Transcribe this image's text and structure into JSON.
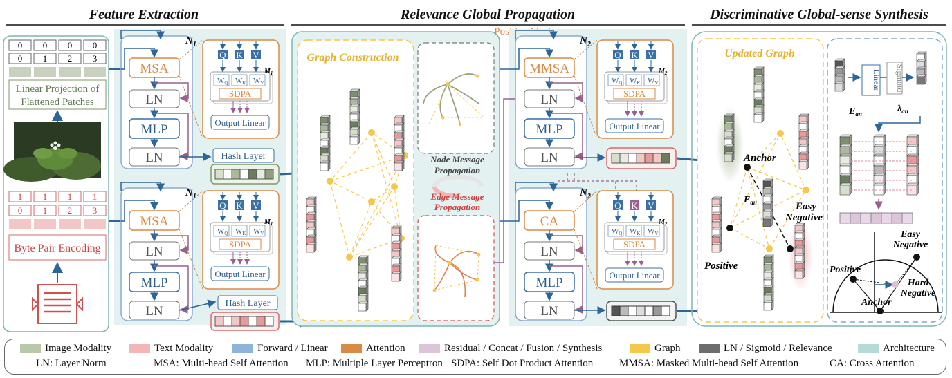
{
  "titles": {
    "feature": "Feature Extraction",
    "relevance": "Relevance Global  Propagation",
    "synthesis": "Discriminative Global-sense Synthesis"
  },
  "image_branch": {
    "patch_row1": [
      "0",
      "0",
      "0",
      "0"
    ],
    "patch_row2": [
      "0",
      "1",
      "2",
      "3"
    ],
    "projection_line1": "Linear Projection of",
    "projection_line2": "Flattened Patches"
  },
  "text_branch": {
    "token_row1": [
      "1",
      "1",
      "1",
      "1"
    ],
    "token_row2": [
      "0",
      "1",
      "2",
      "3"
    ],
    "encoding": "Byte Pair Encoding"
  },
  "encoder_image": {
    "repeat": "N",
    "repeat_sub": "1",
    "attn": "MSA",
    "ln": "LN",
    "mlp": "MLP",
    "hash": "Hash Layer"
  },
  "encoder_text": {
    "repeat": "N",
    "repeat_sub": "1",
    "attn": "MSA",
    "ln": "LN",
    "mlp": "MLP",
    "hash": "Hash Layer"
  },
  "attention_detail": {
    "q": "Q",
    "k": "K",
    "v": "V",
    "wq": "W",
    "wq_sub": "Q",
    "wk": "W",
    "wk_sub": "K",
    "wv": "W",
    "wv_sub": "V",
    "m": "M",
    "m1_sub": "1",
    "m2_sub": "2",
    "sdpa": "SDPA",
    "output": "Output Linear"
  },
  "propagation": {
    "positive_mask": "Positive Mask",
    "graph_construction": "Graph Construction",
    "node_msg_1": "Node Message",
    "node_msg_2": "Propagation",
    "edge_msg_1": "Edge Message",
    "edge_msg_2": "Propagation"
  },
  "decoder_top": {
    "repeat": "N",
    "repeat_sub": "2",
    "attn": "MMSA",
    "ln": "LN",
    "mlp": "MLP"
  },
  "decoder_bottom": {
    "repeat": "N",
    "repeat_sub": "2",
    "attn": "CA",
    "ln": "LN",
    "mlp": "MLP"
  },
  "synthesis": {
    "updated_graph": "Updated Graph",
    "anchor": "Anchor",
    "ean": "E",
    "ean_sub": "an",
    "easy_negative_1": "Easy",
    "easy_negative_2": "Negative",
    "positive": "Positive",
    "linear": "Linear",
    "sigmoid": "Sigmoid",
    "lambda": "λ",
    "lambda_sub": "an",
    "semi_positive": "Positive",
    "semi_anchor": "Anchor",
    "semi_easy_1": "Easy",
    "semi_easy_2": "Negative",
    "semi_hard_1": "Hard",
    "semi_hard_2": "Negative"
  },
  "legend": {
    "items": [
      {
        "label": "Image Modality",
        "color": "#b9c8a9"
      },
      {
        "label": "Text Modality",
        "color": "#f2b6b6"
      },
      {
        "label": "Forward / Linear",
        "color": "#8db4db"
      },
      {
        "label": "Attention",
        "color": "#d98a45"
      },
      {
        "label": "Residual / Concat / Fusion / Synthesis",
        "color": "#dcc5d9"
      },
      {
        "label": "Graph",
        "color": "#f5c84c"
      },
      {
        "label": "LN / Sigmoid / Relevance",
        "color": "#6d6d6d"
      },
      {
        "label": "Architecture",
        "color": "#b5dbd8"
      }
    ],
    "abbreviations": [
      "LN: Layer Norm",
      "MSA: Multi-head Self Attention",
      "MLP: Multiple Layer Perceptron",
      "SDPA: Self Dot Product Attention",
      "MMSA: Masked Multi-head Self Attention",
      "CA: Cross Attention"
    ]
  }
}
